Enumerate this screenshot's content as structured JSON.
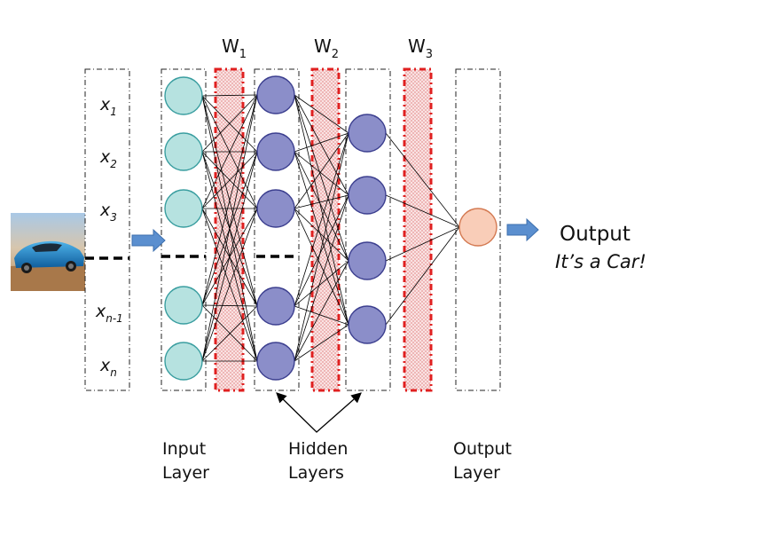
{
  "weights": [
    {
      "letter": "W",
      "sub": "1"
    },
    {
      "letter": "W",
      "sub": "2"
    },
    {
      "letter": "W",
      "sub": "3"
    }
  ],
  "inputs": [
    {
      "letter": "x",
      "sub": "1"
    },
    {
      "letter": "x",
      "sub": "2"
    },
    {
      "letter": "x",
      "sub": "3"
    },
    {
      "letter": "x",
      "sub": "n-1"
    },
    {
      "letter": "x",
      "sub": "n"
    }
  ],
  "output": {
    "title": "Output",
    "result": "It’s a Car!"
  },
  "layer_labels": {
    "input": [
      "Input",
      "Layer"
    ],
    "hidden": [
      "Hidden",
      "Layers"
    ],
    "output": [
      "Output",
      "Layer"
    ]
  },
  "image": {
    "subject": "blue sports car in desert"
  },
  "colors": {
    "input_node": "#b6e2e0",
    "input_stroke": "#3a9ea0",
    "hidden_node": "#8b8ec9",
    "hidden_stroke": "#3c3f8f",
    "output_node": "#f9cdb8",
    "output_stroke": "#d47a52",
    "weight_band": "#e02020",
    "arrow": "#5b8fcf"
  }
}
